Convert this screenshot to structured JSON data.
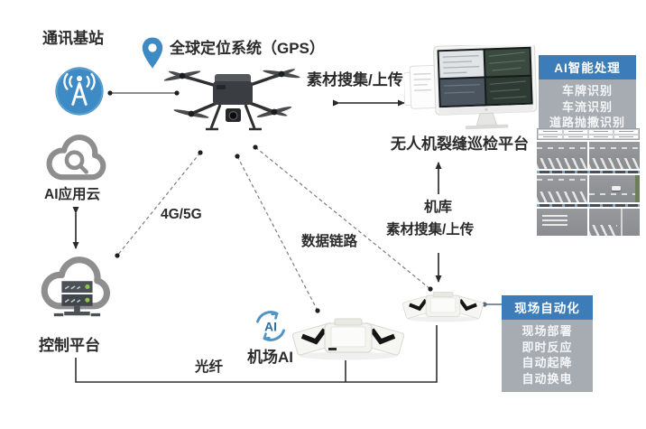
{
  "colors": {
    "accent_blue": "#3d8ac4",
    "panel_header_blue": "#3c7cb8",
    "panel_body_gray": "#a7acb2",
    "line_dark": "#2f2f2f",
    "dash_gray": "#7d7d7d"
  },
  "nodes": {
    "base_station_label": "通讯基站",
    "gps_label": "全球定位系统（GPS）",
    "platform_label": "无人机裂缝巡检平台",
    "ai_cloud_label": "AI应用云",
    "control_platform_label": "控制平台",
    "airport_ai_label": "机场AI",
    "ai_badge": "AI"
  },
  "links": {
    "upload_top_label": "素材搜集/上传",
    "cellular_label": "4G/5G",
    "data_link_label": "数据链路",
    "hangar_label": "机库",
    "hangar_upload_label": "素材搜集/上传",
    "fiber_label": "光纤"
  },
  "panels": {
    "ai_processing": {
      "title": "AI智能处理",
      "items": [
        "车牌识别",
        "车流识别",
        "道路抛撒识别"
      ]
    },
    "site_automation": {
      "title": "现场自动化",
      "items": [
        "现场部署",
        "即时反应",
        "自动起降",
        "自动换电"
      ]
    }
  }
}
